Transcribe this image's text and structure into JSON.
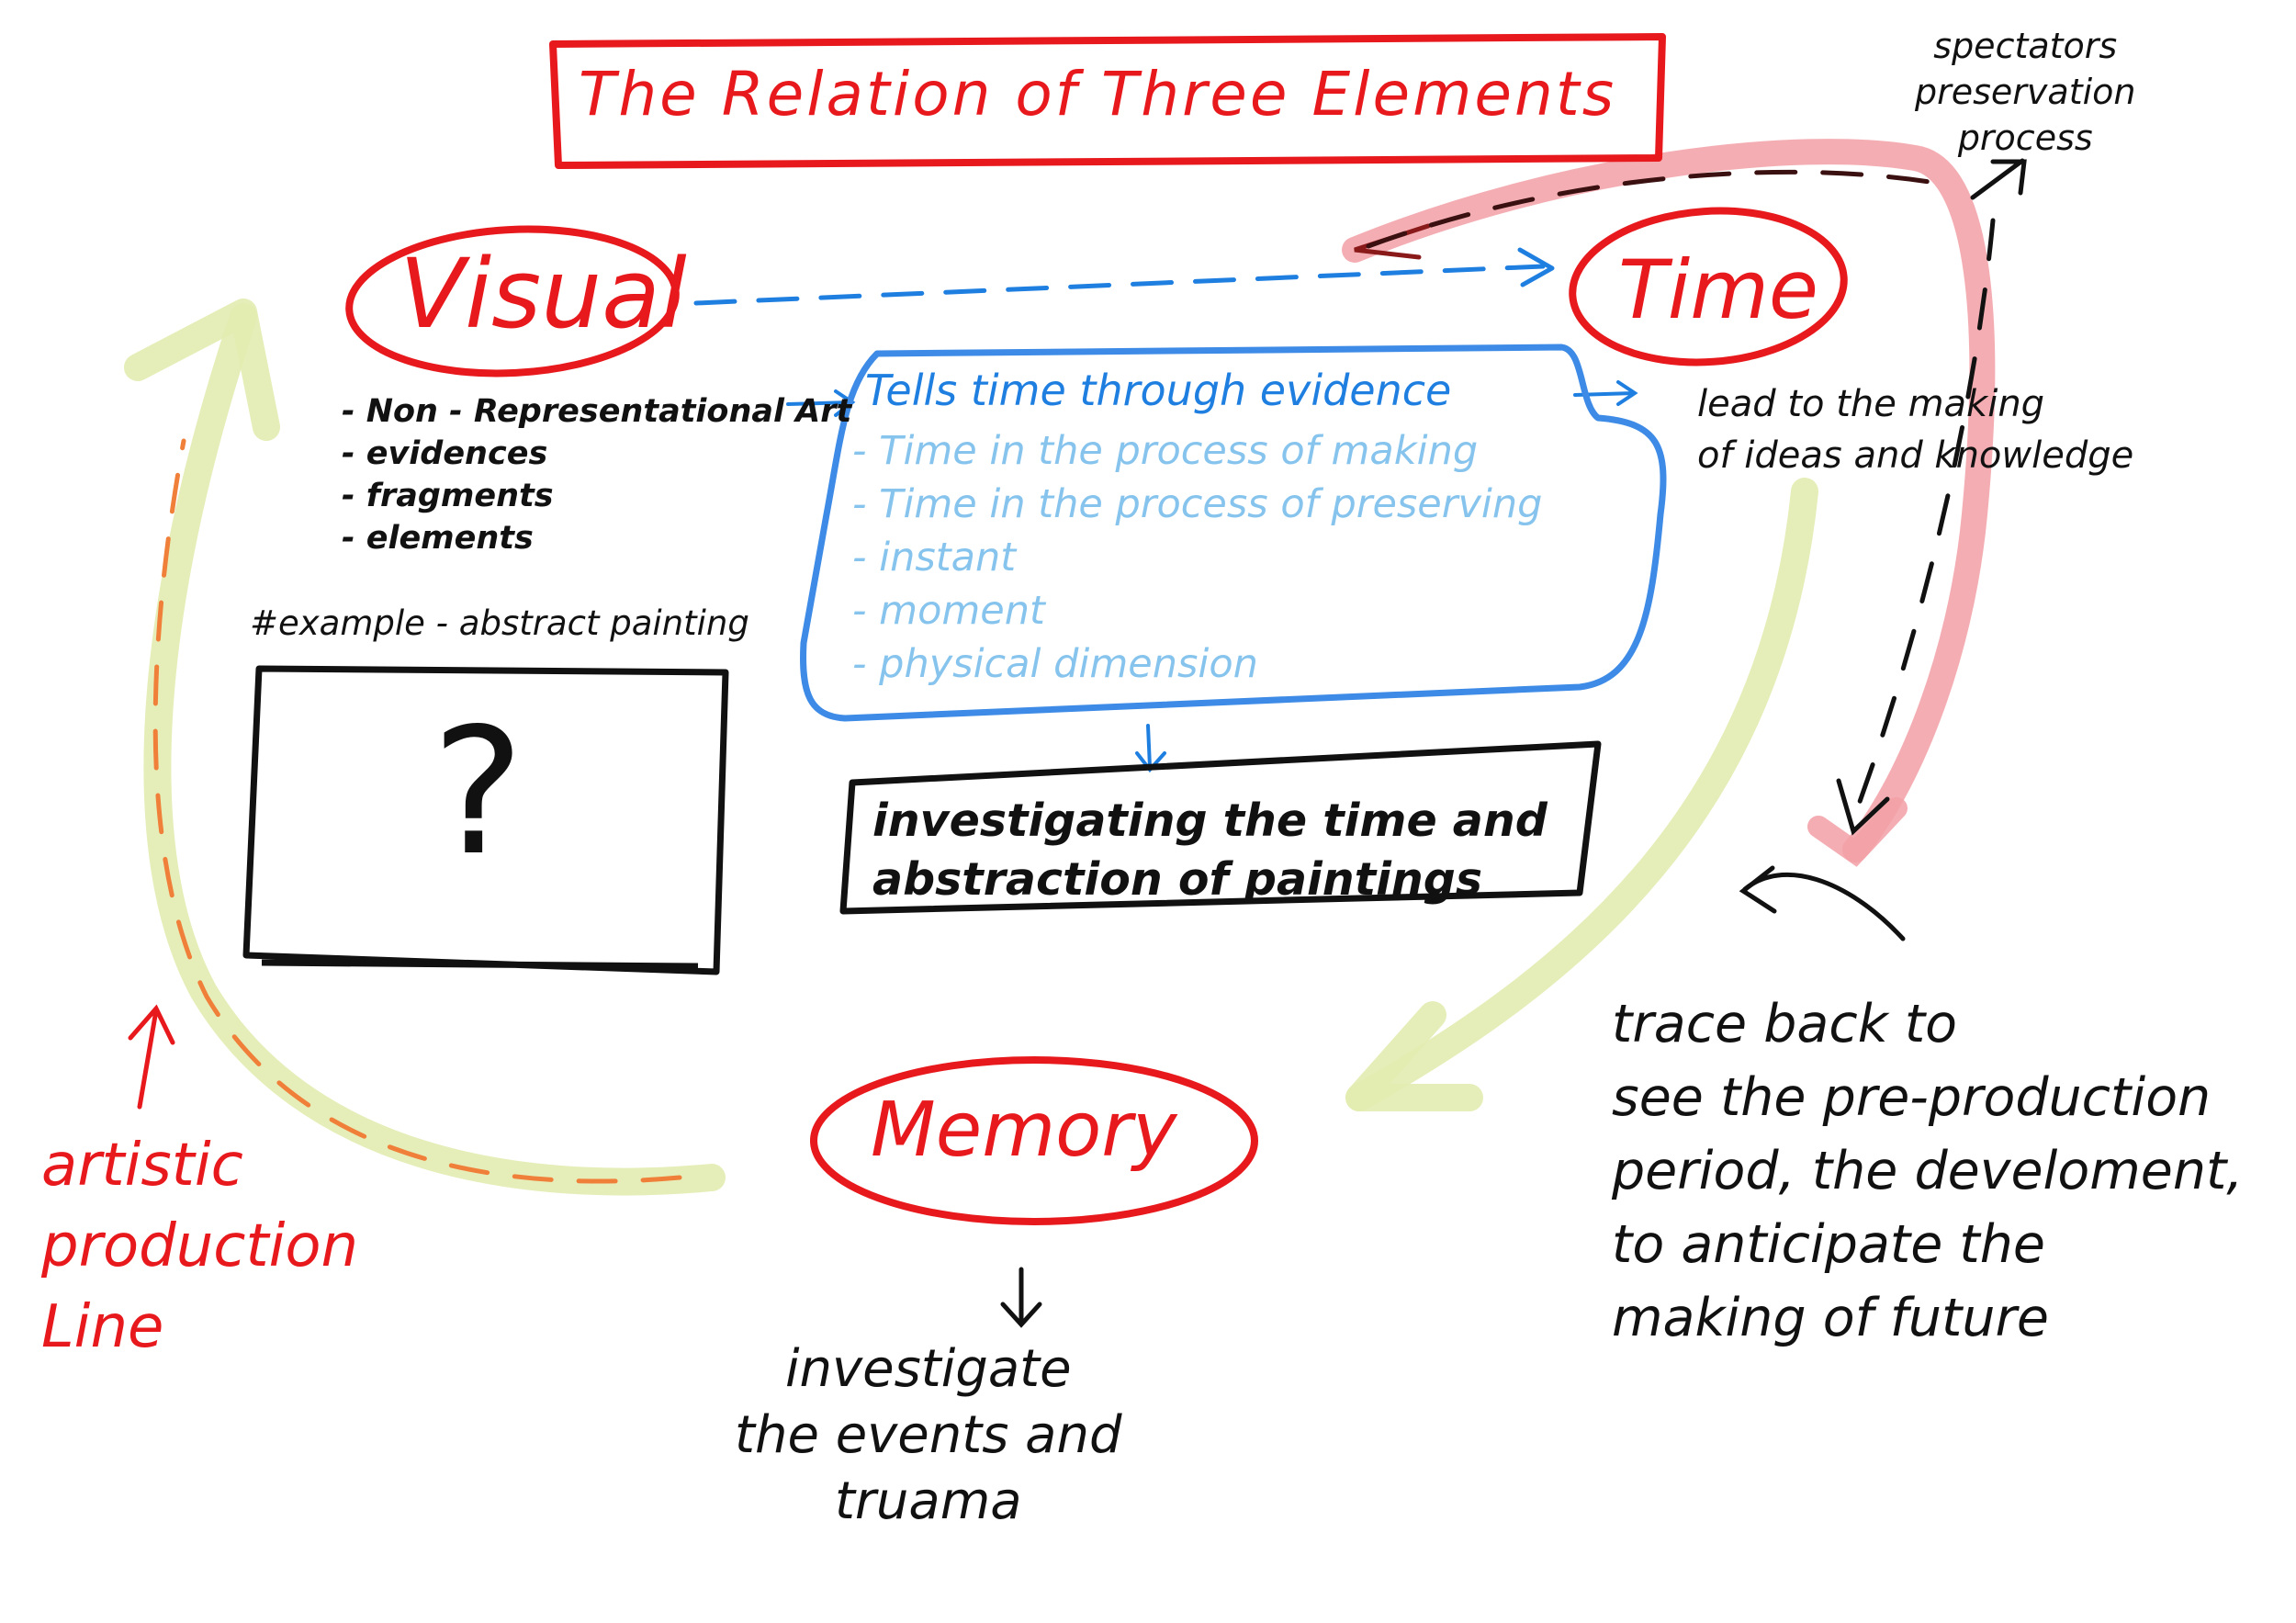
{
  "title": "The Relation of Three Elements",
  "nodes": {
    "visual": "Visual",
    "time": "Time",
    "memory": "Memory"
  },
  "visual_list": [
    "- Non - Representational Art",
    "- evidences",
    "- fragments",
    "- elements"
  ],
  "example": {
    "caption": "#example - abstract painting",
    "symbol": "?"
  },
  "evidence": {
    "heading": "Tells time through evidence",
    "items": [
      "- Time in the process of making",
      "- Time in the process of preserving",
      "- instant",
      "- moment",
      "- physical dimension"
    ]
  },
  "lead": [
    "lead to the making",
    "of ideas and knowledge"
  ],
  "investigating": [
    "investigating the time and",
    "abstraction of paintings"
  ],
  "spectators": [
    "spectators",
    "preservation",
    "process"
  ],
  "trace": [
    "trace back to",
    "see the pre-production",
    "period, the develoment,",
    "to anticipate the",
    "making of future"
  ],
  "artistic": [
    "artistic",
    "production",
    "Line"
  ],
  "memory_note": [
    "investigate",
    "the events and",
    "truama"
  ],
  "colors": {
    "red": "#e8191d",
    "black": "#111111",
    "blue": "#1f7fe0",
    "light_blue": "#86c4ee",
    "yellow_green": "#dfeaa6",
    "pink": "#f2a0a6"
  }
}
